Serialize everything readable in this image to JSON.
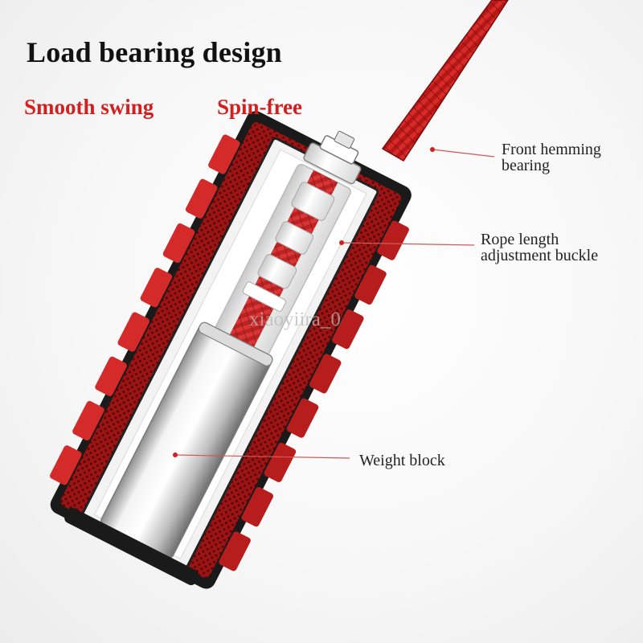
{
  "header": {
    "title": "Load bearing design",
    "features": [
      {
        "label": "Smooth swing"
      },
      {
        "label": "Spin-free"
      }
    ]
  },
  "callouts": [
    {
      "line1": "Front hemming",
      "line2": "bearing"
    },
    {
      "line1": "Rope length",
      "line2": "adjustment buckle"
    },
    {
      "line1": "Weight block"
    }
  ],
  "watermark": "xiaoyiira_0",
  "colors": {
    "accent": "#d41f1f",
    "rope": "#c41c1c",
    "handle_rubber": "#d42a2a",
    "frame": "#1a1a1a",
    "leader_line": "#d45757"
  }
}
